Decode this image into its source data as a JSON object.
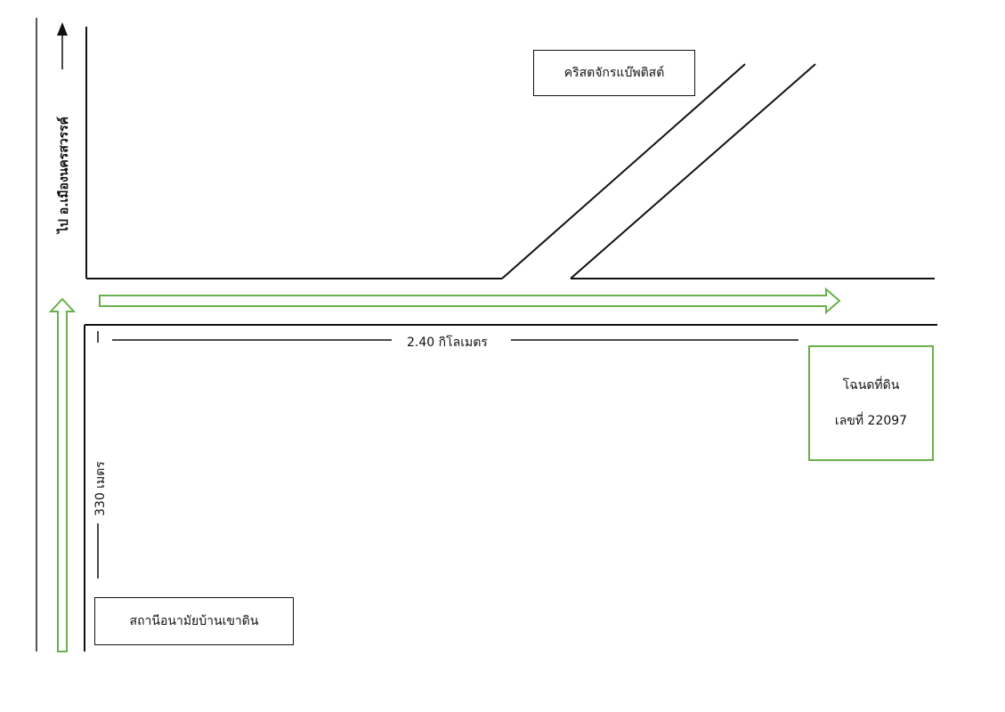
{
  "map": {
    "colors": {
      "road": "#111111",
      "border_line": "#555555",
      "route_arrow": "#6ab04c"
    },
    "labels": {
      "to_city": "ไป อ.เมืองนครสวรรค์",
      "church": "คริสตจักรแบ๊พติสต์",
      "distance_horizontal": "2.40 กิโลเมตร",
      "distance_vertical": "330 เมตร",
      "health_station": "สถานีอนามัยบ้านเขาดิน",
      "deed_title": "โฉนดที่ดิน",
      "deed_number": "เลขที่ 22097"
    },
    "icons": {
      "north_arrow": "arrow-up-icon",
      "route_up": "hollow-arrow-up-icon",
      "route_right": "hollow-arrow-right-icon"
    }
  }
}
